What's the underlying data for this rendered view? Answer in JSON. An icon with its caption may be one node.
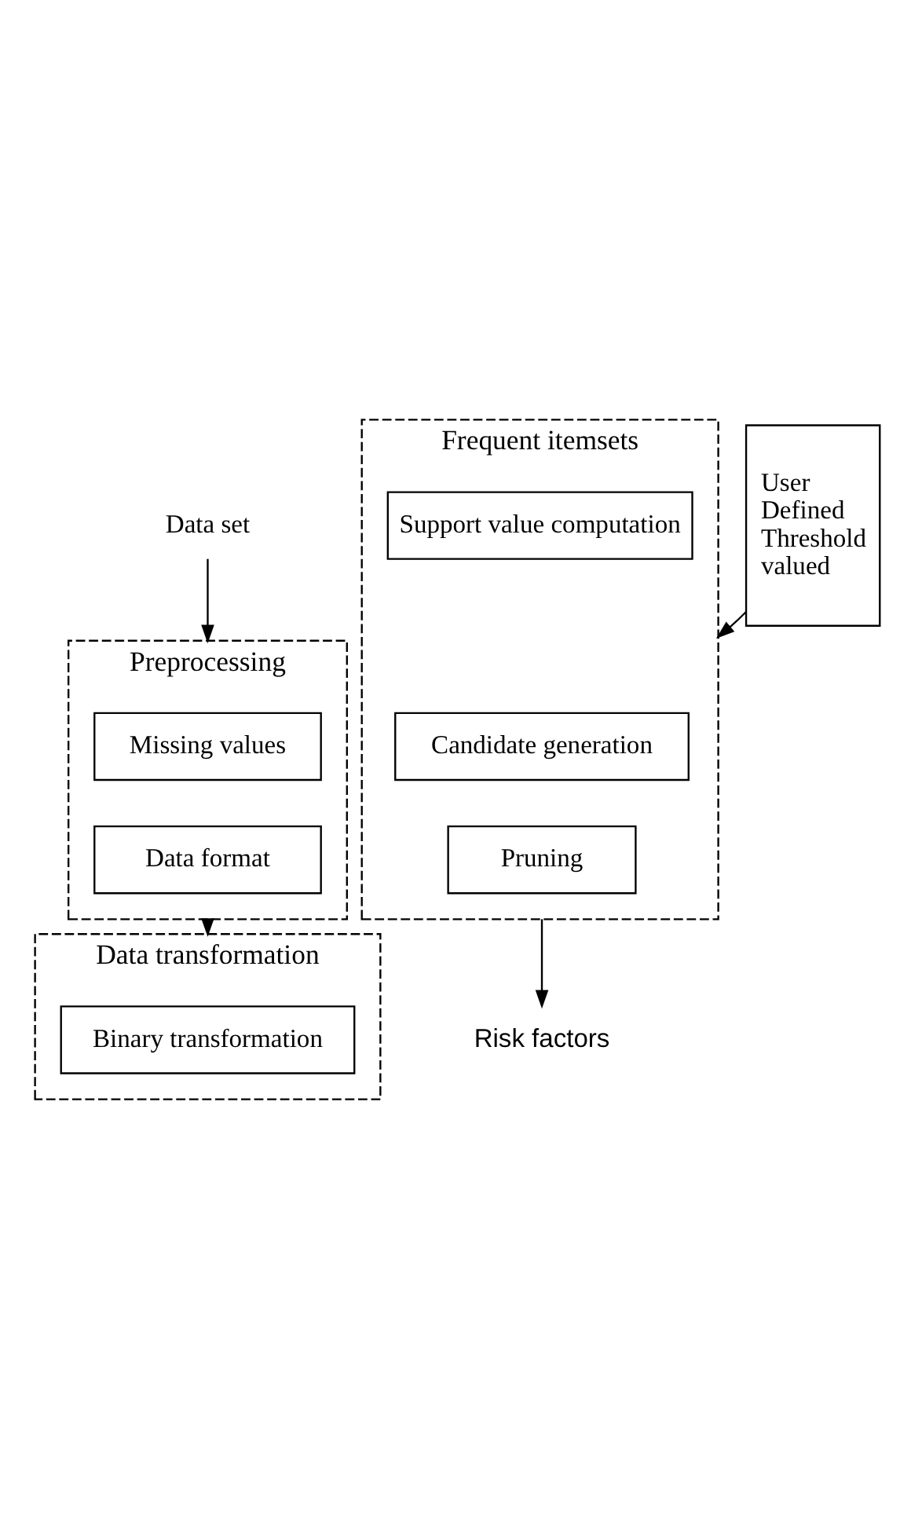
{
  "diagram": {
    "nodes": [
      {
        "text": [
          "Data set"
        ]
      },
      {
        "text": [
          "Preprocessing"
        ]
      },
      {
        "text": [
          "Missing values"
        ],
        "in": 1
      },
      {
        "text": [
          "Data format"
        ],
        "in": 1
      },
      {
        "text": [
          "Data transformation"
        ]
      },
      {
        "text": [
          "Binary transformation"
        ],
        "in": 4
      },
      {
        "text": [
          "Frequent itemsets"
        ]
      },
      {
        "text": [
          "Support value computation"
        ],
        "in": 6
      },
      {
        "text": [
          "Candidate generation"
        ],
        "in": 6
      },
      {
        "text": [
          "Pruning"
        ],
        "in": 6
      },
      {
        "text": [
          "User Defined Threshold valued"
        ]
      },
      {
        "text": [
          "Risk factors"
        ]
      }
    ],
    "edges": [
      {
        "from": 0,
        "to": 1,
        "arrow": "to"
      },
      {
        "from": 1,
        "to": 4,
        "arrow": "to"
      },
      {
        "from": 10,
        "to": 6,
        "arrow": "to"
      },
      {
        "from": 6,
        "to": 11,
        "arrow": "to"
      }
    ]
  }
}
